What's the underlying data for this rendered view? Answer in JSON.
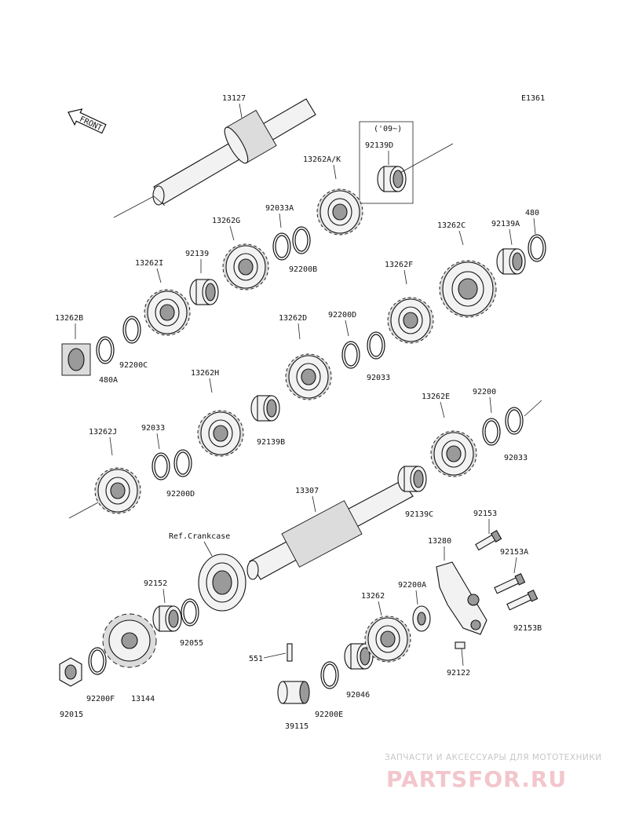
{
  "diagram_code": "E1361",
  "front_label": "FRONT",
  "ref_label": "Ref.Crankcase",
  "note_label": "('09~)",
  "parts": {
    "p13127": "13127",
    "p92139D": "92139D",
    "p13262AK": "13262A/K",
    "p92033A": "92033A",
    "p92200B": "92200B",
    "p13262G": "13262G",
    "p92139": "92139",
    "p13262I": "13262I",
    "p13262C": "13262C",
    "p92139A": "92139A",
    "p480": "480",
    "p13262F": "13262F",
    "p13262B": "13262B",
    "p480A": "480A",
    "p92200C": "92200C",
    "p13262D": "13262D",
    "p92200D_top": "92200D",
    "p92033_mid": "92033",
    "p13262H": "13262H",
    "p92139B": "92139B",
    "p13262E": "13262E",
    "p92200": "92200",
    "p92033_right": "92033",
    "p13262J": "13262J",
    "p92033_left": "92033",
    "p92200D_low": "92200D",
    "p13307": "13307",
    "p92139C": "92139C",
    "p92153": "92153",
    "p13280": "13280",
    "p92153A": "92153A",
    "p92152": "92152",
    "p92055": "92055",
    "p13262": "13262",
    "p92200A": "92200A",
    "p92153B": "92153B",
    "p551": "551",
    "p92122": "92122",
    "p92046": "92046",
    "p92015": "92015",
    "p92200F": "92200F",
    "p13144": "13144",
    "p39115": "39115",
    "p92200E": "92200E"
  },
  "watermark": {
    "top": "ЗАПЧАСТИ И АКСЕССУАРЫ ДЛЯ МОТОТЕХНИКИ",
    "main": "PARTSFOR.RU"
  }
}
